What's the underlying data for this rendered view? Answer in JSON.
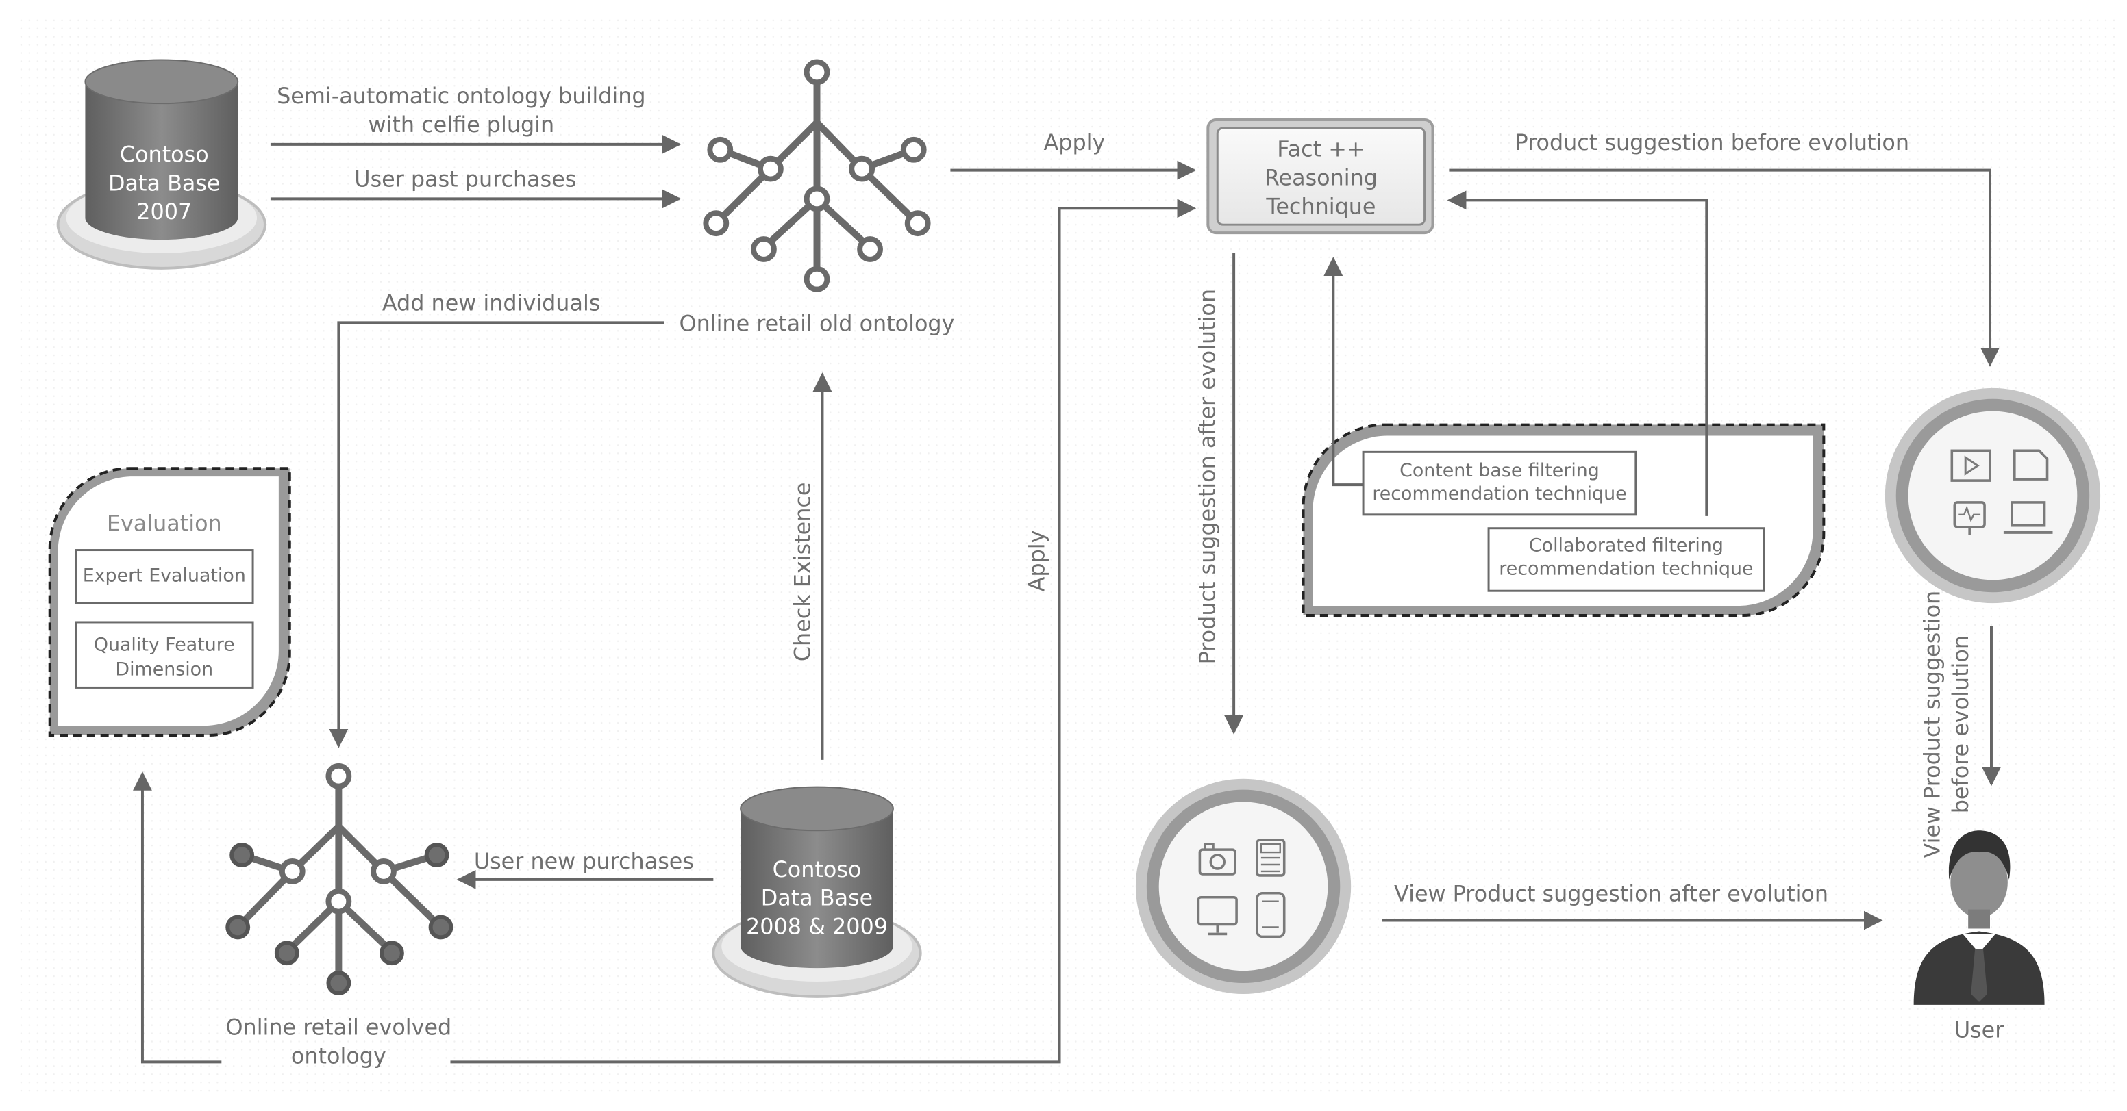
{
  "databases": {
    "db2007": [
      "Contoso",
      "Data Base",
      "2007"
    ],
    "db2008": [
      "Contoso",
      "Data Base",
      "2008 & 2009"
    ]
  },
  "ontologies": {
    "old": "Online retail old ontology",
    "evolved": [
      "Online retail evolved",
      "ontology"
    ]
  },
  "reasoner": [
    "Fact ++",
    "Reasoning",
    "Technique"
  ],
  "evaluation": {
    "title": "Evaluation",
    "expert": "Expert Evaluation",
    "quality": [
      "Quality Feature",
      "Dimension"
    ]
  },
  "filtering": {
    "content": [
      "Content base filtering",
      "recommendation technique"
    ],
    "collaborated": [
      "Collaborated filtering",
      "recommendation technique"
    ]
  },
  "edges": {
    "semi_auto": [
      "Semi-automatic ontology building",
      "with celfie plugin"
    ],
    "past_purchases": "User past purchases",
    "apply_top": "Apply",
    "before_evolution": "Product suggestion before evolution",
    "add_individuals": "Add new individuals",
    "check_existence": "Check Existence",
    "apply_left": "Apply",
    "after_evolution_vertical": "Product suggestion after evolution",
    "new_purchases": "User new purchases",
    "view_after": "View Product suggestion after evolution",
    "view_before": [
      "View Product suggestion",
      "before evolution"
    ]
  },
  "user": {
    "label": "User"
  },
  "colors": {
    "line": "#666666",
    "db_body": "#777777",
    "db_base": "#e0e0e0",
    "node_fill": "#6e6e6e"
  },
  "icons": [
    "camera-icon",
    "calculator-icon",
    "monitor-icon",
    "phone-icon",
    "video-icon",
    "sd-card-icon",
    "desktop-icon",
    "laptop-icon",
    "user-icon",
    "arrow-icon"
  ]
}
